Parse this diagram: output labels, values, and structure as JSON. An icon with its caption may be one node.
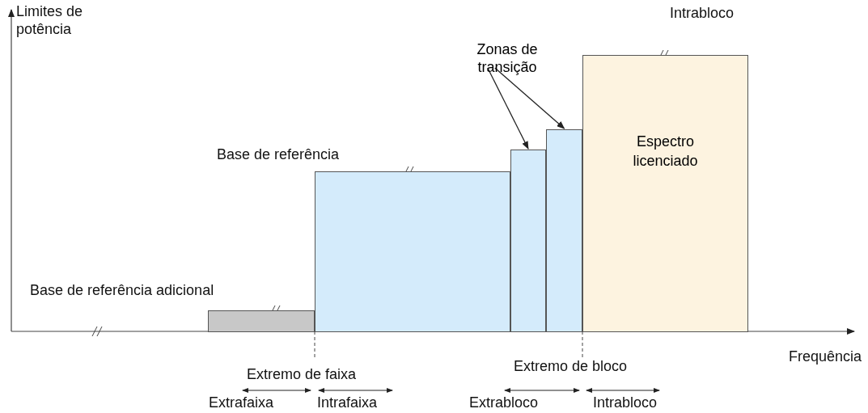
{
  "diagram": {
    "nodes": [
      {
        "text": [
          "Zonas de transição"
        ]
      },
      {
        "text": [],
        "shape": "box"
      },
      {
        "text": [],
        "shape": "box"
      },
      {
        "text": [],
        "shape": "box"
      },
      {
        "text": [],
        "shape": "box"
      },
      {
        "text": [
          "Espectro licenciado"
        ]
      }
    ],
    "edges": [
      {
        "from": 0,
        "to": 3,
        "arrow": "to"
      },
      {
        "from": 0,
        "to": 4,
        "arrow": "to"
      }
    ],
    "labels": [
      "Limites de potência",
      "Intrabloco",
      "Base de referência",
      "Base de referência adicional",
      "Frequência",
      "Extremo de faixa",
      "Extremo de bloco",
      "Extrafaixa",
      "Intrafaixa",
      "Extrabloco",
      "Intrabloco"
    ]
  }
}
